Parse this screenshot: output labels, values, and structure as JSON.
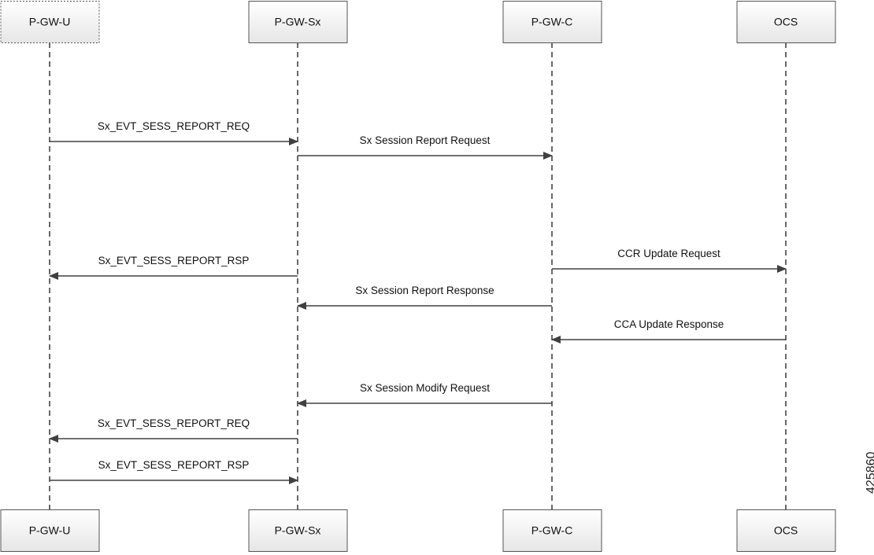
{
  "participants": [
    {
      "id": "pgwu",
      "label": "P-GW-U"
    },
    {
      "id": "pgwsx",
      "label": "P-GW-Sx"
    },
    {
      "id": "pgwc",
      "label": "P-GW-C"
    },
    {
      "id": "ocs",
      "label": "OCS"
    }
  ],
  "messages": [
    {
      "from": "pgwu",
      "to": "pgwsx",
      "label": "Sx_EVT_SESS_REPORT_REQ"
    },
    {
      "from": "pgwsx",
      "to": "pgwc",
      "label": "Sx Session Report Request"
    },
    {
      "from": "pgwsx",
      "to": "pgwu",
      "label": "Sx_EVT_SESS_REPORT_RSP"
    },
    {
      "from": "pgwc",
      "to": "ocs",
      "label": "CCR Update Request"
    },
    {
      "from": "pgwc",
      "to": "pgwsx",
      "label": "Sx Session Report Response"
    },
    {
      "from": "ocs",
      "to": "pgwc",
      "label": "CCA Update Response"
    },
    {
      "from": "pgwc",
      "to": "pgwsx",
      "label": "Sx Session Modify Request"
    },
    {
      "from": "pgwsx",
      "to": "pgwu",
      "label": "Sx_EVT_SESS_REPORT_REQ"
    },
    {
      "from": "pgwu",
      "to": "pgwsx",
      "label": "Sx_EVT_SESS_REPORT_RSP"
    }
  ],
  "figure_id": "425860",
  "colors": {
    "box_fill_top": "#ffffff",
    "box_fill_bottom": "#e6e6e6",
    "line": "#404040"
  }
}
